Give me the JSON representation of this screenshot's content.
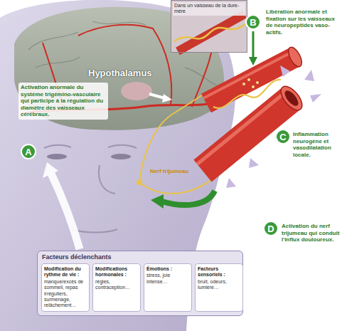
{
  "diagram": {
    "nodes": [
      {
        "text": [
          "Dans un vaisseau de la dure-mère"
        ]
      },
      {
        "text": [
          "B"
        ]
      },
      {
        "text": [
          "A"
        ]
      },
      {
        "text": [
          "C"
        ]
      },
      {
        "text": [
          "D"
        ]
      },
      {
        "text": [
          "Facteurs déclenchants"
        ]
      },
      {
        "text": [
          "Modification du rythme de vie :",
          "manque/excès de sommeil, repas irréguliers, surmenage, relâchement…"
        ],
        "in": 5
      },
      {
        "text": [
          "Modifications hormonales :",
          "règles, contraception…"
        ],
        "in": 5
      },
      {
        "text": [
          "Émotions :",
          "stress, joie intense…"
        ],
        "in": 5
      },
      {
        "text": [
          "Facteurs sensoriels :",
          "bruit, odeurs, lumière…"
        ],
        "in": 5
      }
    ],
    "labels": [
      "Libération anormale et fixation sur les vaisseaux de neuropeptides vaso-actifs.",
      "Activation anormale du système trigémino-vasculaire qui participe à la régulation du diamètre des vaisseaux cérébraux.",
      "Hypothalamus",
      "Nerf trijumeau",
      "Inflammation neurogène et vasodilatation locale.",
      "Activation du nerf trijumeau qui conduit l'influx douloureux."
    ]
  }
}
